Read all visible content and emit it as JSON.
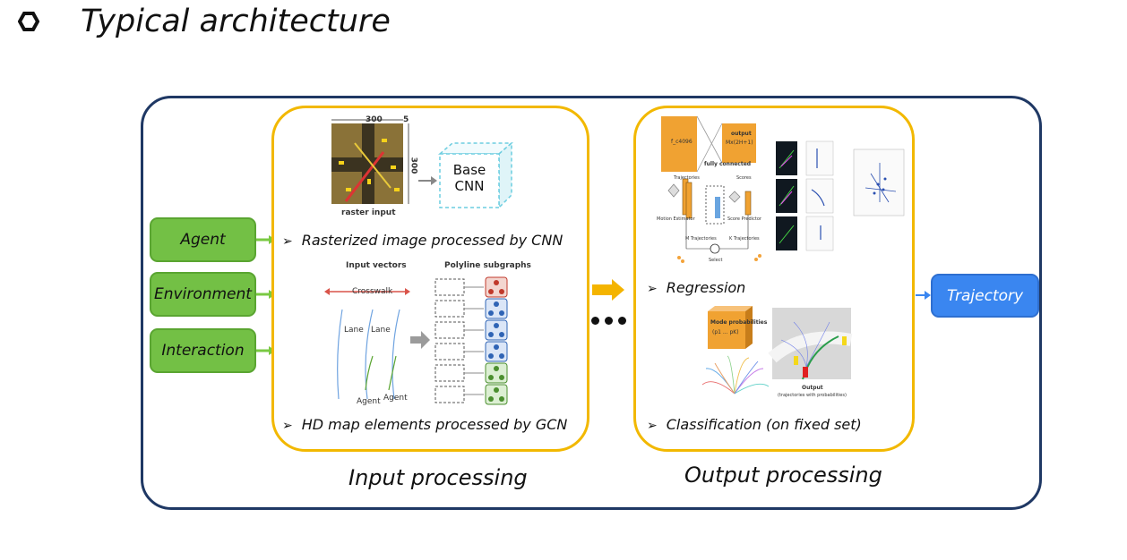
{
  "slide": {
    "title": "Typical architecture",
    "bullet_icon": "hexagon-bullet-icon"
  },
  "inputs": [
    "Agent",
    "Environment",
    "Interaction"
  ],
  "output_label": "Trajectory",
  "input_processing": {
    "section_label": "Input processing",
    "raster": {
      "caption": "Rasterized image processed by CNN",
      "dim_top": "300",
      "dim_side": "300",
      "dim_corner": "5",
      "image_label": "raster input",
      "cnn_label_1": "Base",
      "cnn_label_2": "CNN"
    },
    "vectors": {
      "caption": "HD map elements processed by GCN",
      "heading_left": "Input vectors",
      "heading_right": "Polyline subgraphs",
      "crosswalk": "Crosswalk",
      "lane": "Lane",
      "agent": "Agent"
    }
  },
  "output_processing": {
    "section_label": "Output processing",
    "regression": {
      "caption": "Regression",
      "block_a": "f_c4096",
      "block_b_title": "output",
      "block_b_sub": "Mx(2H+1)",
      "fc_label": "fully connected",
      "traj_label": "Trajectories",
      "scores_label": "Scores",
      "motion_label": "Motion Estimator",
      "score_label": "Score Predictor",
      "select_label": "Select",
      "m_traj": "M Trajectories",
      "k_traj": "K Trajectories"
    },
    "classification": {
      "caption": "Classification (on fixed set)",
      "mode_label": "Mode probabilities",
      "mode_sub": "(p1 ... pK)",
      "output_label": "Output",
      "output_sub": "(trajectories with probabilities)"
    }
  },
  "bullet_marker": "➢",
  "colors": {
    "frame": "#1f3864",
    "panel": "#f2b800",
    "input_box": "#73c045",
    "output_box": "#3a86f0",
    "arrow_green": "#7ac943",
    "arrow_orange": "#f4b400"
  }
}
